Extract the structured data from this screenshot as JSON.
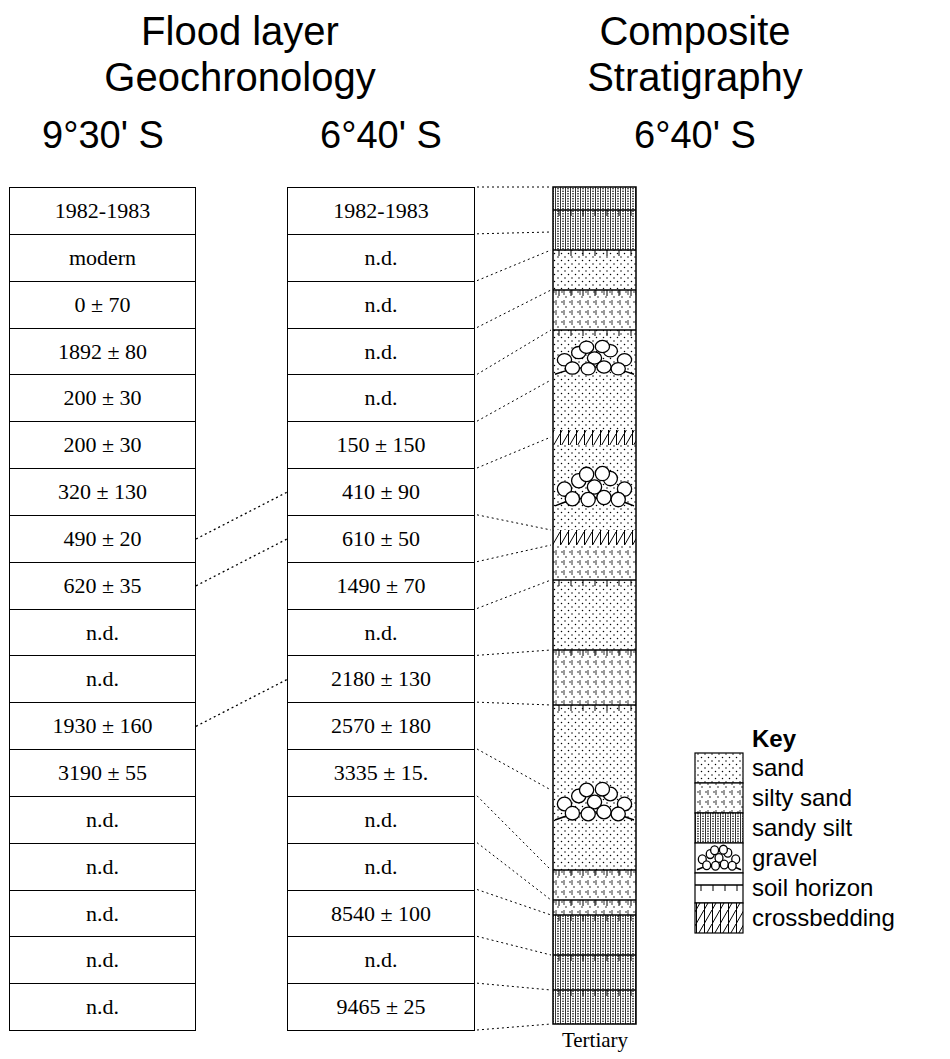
{
  "diagram": {
    "nodes": [
      {
        "text": [
          "1982-1983"
        ]
      },
      {
        "text": [
          "modern"
        ]
      },
      {
        "text": [
          "0 ± 70"
        ]
      },
      {
        "text": [
          "1892 ± 80"
        ]
      },
      {
        "text": [
          "200 ± 30"
        ]
      },
      {
        "text": [
          "200 ± 30"
        ]
      },
      {
        "text": [
          "320 ± 130"
        ]
      },
      {
        "text": [
          "490 ± 20"
        ]
      },
      {
        "text": [
          "620 ± 35"
        ]
      },
      {
        "text": [
          "n.d."
        ]
      },
      {
        "text": [
          "n.d."
        ]
      },
      {
        "text": [
          "1930 ± 160"
        ]
      },
      {
        "text": [
          "3190 ± 55"
        ]
      },
      {
        "text": [
          "n.d."
        ]
      },
      {
        "text": [
          "n.d."
        ]
      },
      {
        "text": [
          "n.d."
        ]
      },
      {
        "text": [
          "n.d."
        ]
      },
      {
        "text": [
          "n.d."
        ]
      },
      {
        "text": [
          "1982-1983"
        ]
      },
      {
        "text": [
          "n.d."
        ]
      },
      {
        "text": [
          "n.d."
        ]
      },
      {
        "text": [
          "n.d."
        ]
      },
      {
        "text": [
          "n.d."
        ]
      },
      {
        "text": [
          "150 ± 150"
        ]
      },
      {
        "text": [
          "410 ± 90"
        ]
      },
      {
        "text": [
          "610 ± 50"
        ]
      },
      {
        "text": [
          "1490 ± 70"
        ]
      },
      {
        "text": [
          "n.d."
        ]
      },
      {
        "text": [
          "2180 ± 130"
        ]
      },
      {
        "text": [
          "2570 ± 180"
        ]
      },
      {
        "text": [
          "3335 ± 15."
        ]
      },
      {
        "text": [
          "n.d."
        ]
      },
      {
        "text": [
          "n.d."
        ]
      },
      {
        "text": [
          "8540 ± 100"
        ]
      },
      {
        "text": [
          "n.d."
        ]
      },
      {
        "text": [
          "9465 ± 25"
        ]
      }
    ],
    "edges": [
      {
        "from": 7,
        "to": 24,
        "arrow": "none"
      },
      {
        "from": 8,
        "to": 25,
        "arrow": "none"
      },
      {
        "from": 11,
        "to": 28,
        "arrow": "none"
      }
    ],
    "labels": [
      "Flood layer Geochronology",
      "Composite Stratigraphy",
      "9°30' S",
      "6°40' S",
      "6°40' S",
      "Key",
      "Tertiary"
    ],
    "legend": [
      {
        "text": "sand"
      },
      {
        "text": "silty sand"
      },
      {
        "text": "sandy silt"
      },
      {
        "text": "gravel"
      },
      {
        "text": "soil horizon"
      },
      {
        "text": "crossbedding"
      }
    ]
  }
}
